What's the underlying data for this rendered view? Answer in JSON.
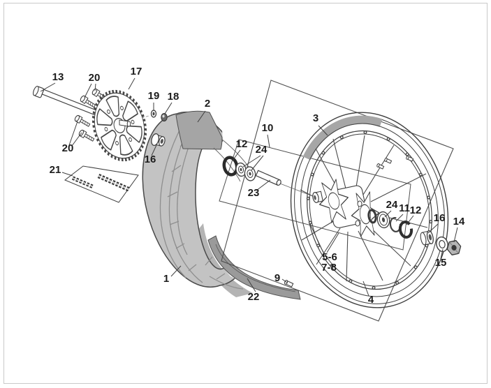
{
  "figure": {
    "kind": "exploded-parts-diagram",
    "subject": "motorcycle rear wheel assembly with sprocket, chain, tire, rim, hub and fasteners"
  },
  "colors": {
    "background": "#ffffff",
    "border": "#c9c9c9",
    "line": "#3f3f3f",
    "tire_body": "#c3c3c3",
    "tire_tread_band": "#a5a5a5",
    "rim_band": "#a6a6a6",
    "inner_band": "#9a9a9a"
  },
  "labels": {
    "p1": {
      "text": "1"
    },
    "p2": {
      "text": "2"
    },
    "p3": {
      "text": "3"
    },
    "p4": {
      "text": "4"
    },
    "p5_6": {
      "text": "5-6"
    },
    "p7_8": {
      "text": "7-8"
    },
    "p9": {
      "text": "9"
    },
    "p10": {
      "text": "10"
    },
    "p11": {
      "text": "11"
    },
    "p12_left": {
      "text": "12"
    },
    "p12_right": {
      "text": "12"
    },
    "p13": {
      "text": "13"
    },
    "p14": {
      "text": "14"
    },
    "p15": {
      "text": "15"
    },
    "p16_left": {
      "text": "16"
    },
    "p16_right": {
      "text": "16"
    },
    "p17": {
      "text": "17"
    },
    "p18": {
      "text": "18"
    },
    "p19": {
      "text": "19"
    },
    "p20_top": {
      "text": "20"
    },
    "p20_bottom": {
      "text": "20"
    },
    "p21": {
      "text": "21"
    },
    "p22": {
      "text": "22"
    },
    "p23": {
      "text": "23"
    },
    "p24_left": {
      "text": "24"
    },
    "p24_right": {
      "text": "24"
    }
  }
}
